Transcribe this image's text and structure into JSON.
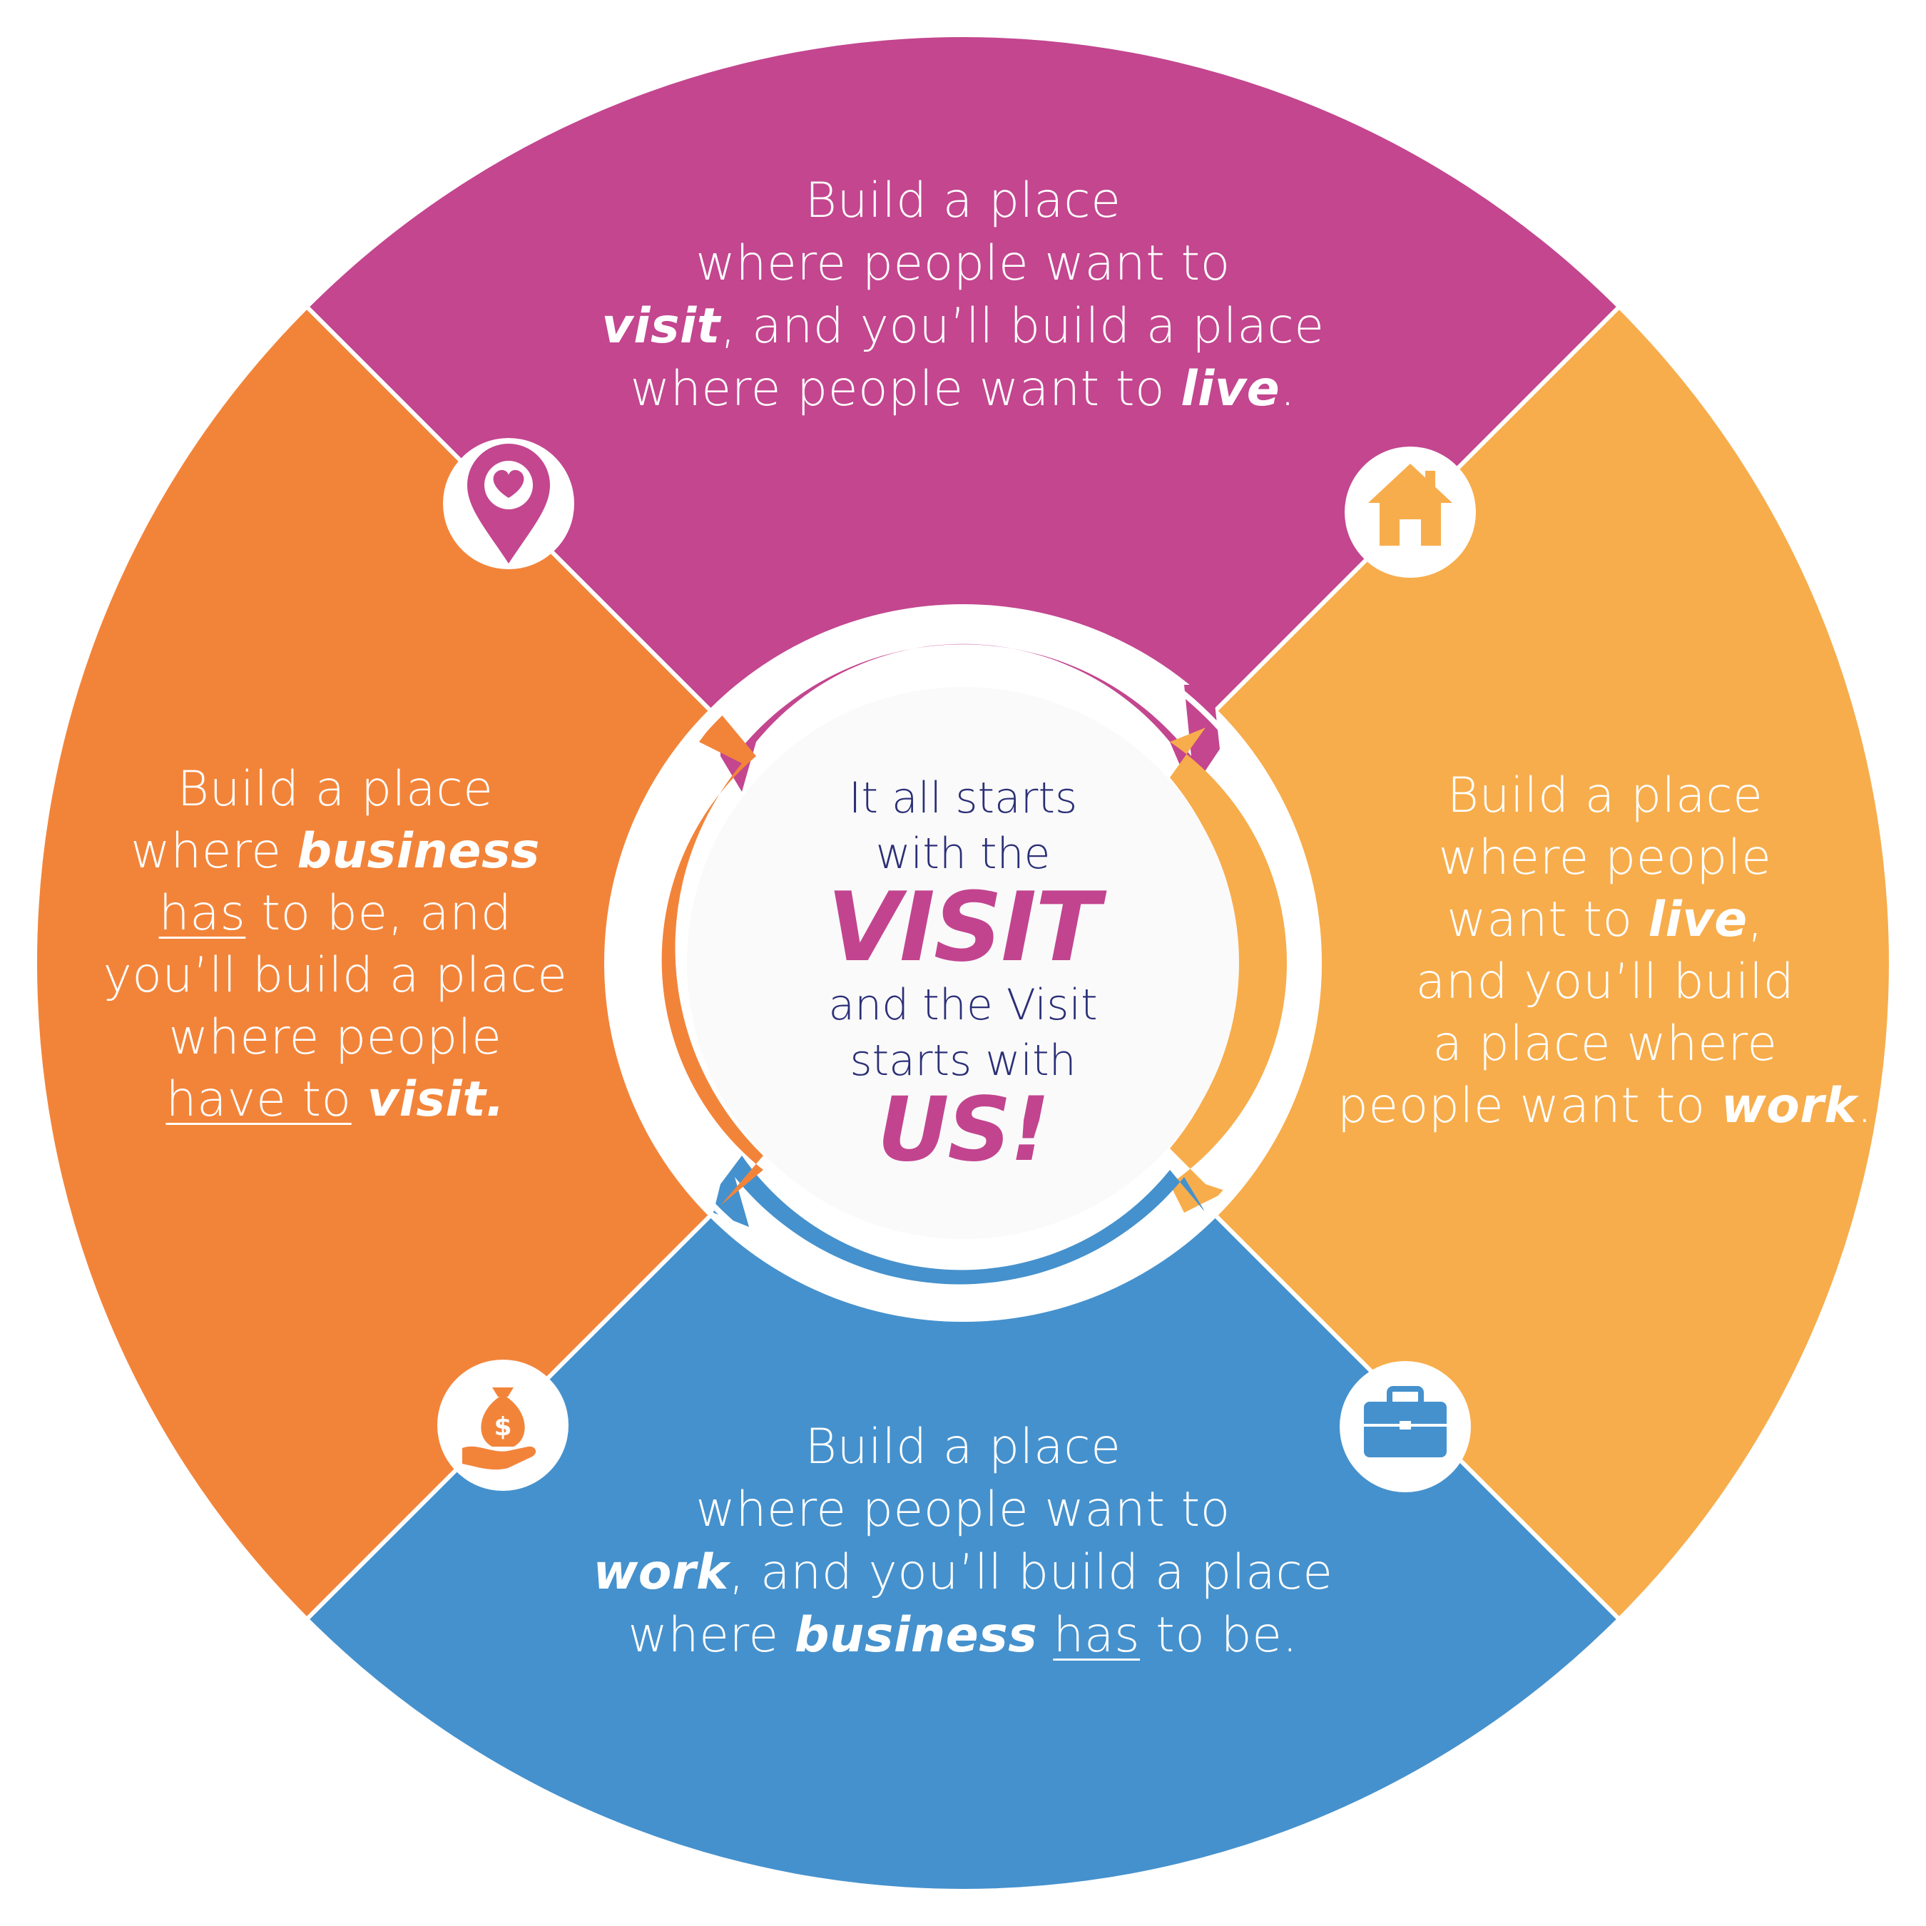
{
  "colors": {
    "top": "#c3468f",
    "right": "#f7ad4c",
    "bottom": "#4591cd",
    "left": "#f2843a",
    "center_text": "#2b2f77",
    "accent": "#c2448f",
    "white": "#ffffff"
  },
  "segments": {
    "top": {
      "l1": "Build a place",
      "l2": "where people want to",
      "l3_em": "visit",
      "l3_rest": ", and you’ll build a place",
      "l4_pre": "where people want to ",
      "l4_em": "live",
      "l4_post": "."
    },
    "right": {
      "l1": "Build a place",
      "l2": "where people",
      "l3_pre": "want to ",
      "l3_em": "live",
      "l3_post": ",",
      "l4": "and you’ll build",
      "l5": "a place where",
      "l6_pre": "people want to ",
      "l6_em": "work",
      "l6_post": "."
    },
    "bottom": {
      "l1": "Build a place",
      "l2": "where people want to",
      "l3_em": "work",
      "l3_rest": ", and you’ll build a place",
      "l4_pre": "where ",
      "l4_em": "business",
      "l4_mid": " ",
      "l4_u": "has",
      "l4_post": " to be."
    },
    "left": {
      "l1": "Build a place",
      "l2_pre": "where ",
      "l2_em": "business",
      "l3_u": "has",
      "l3_post": " to be, and",
      "l4": "you’ll build a place",
      "l5": "where people",
      "l6_u": "have to",
      "l6_mid": " ",
      "l6_em": "visit."
    }
  },
  "center": {
    "line1": "It all starts",
    "line2": "with the",
    "big1": "VISIT",
    "line3": "and the Visit",
    "line4": "starts with",
    "big2": "US!"
  },
  "icons": {
    "top_left": "location-heart-icon",
    "top_right": "house-icon",
    "bottom_left": "money-bag-hand-icon",
    "bottom_right": "briefcase-icon"
  }
}
